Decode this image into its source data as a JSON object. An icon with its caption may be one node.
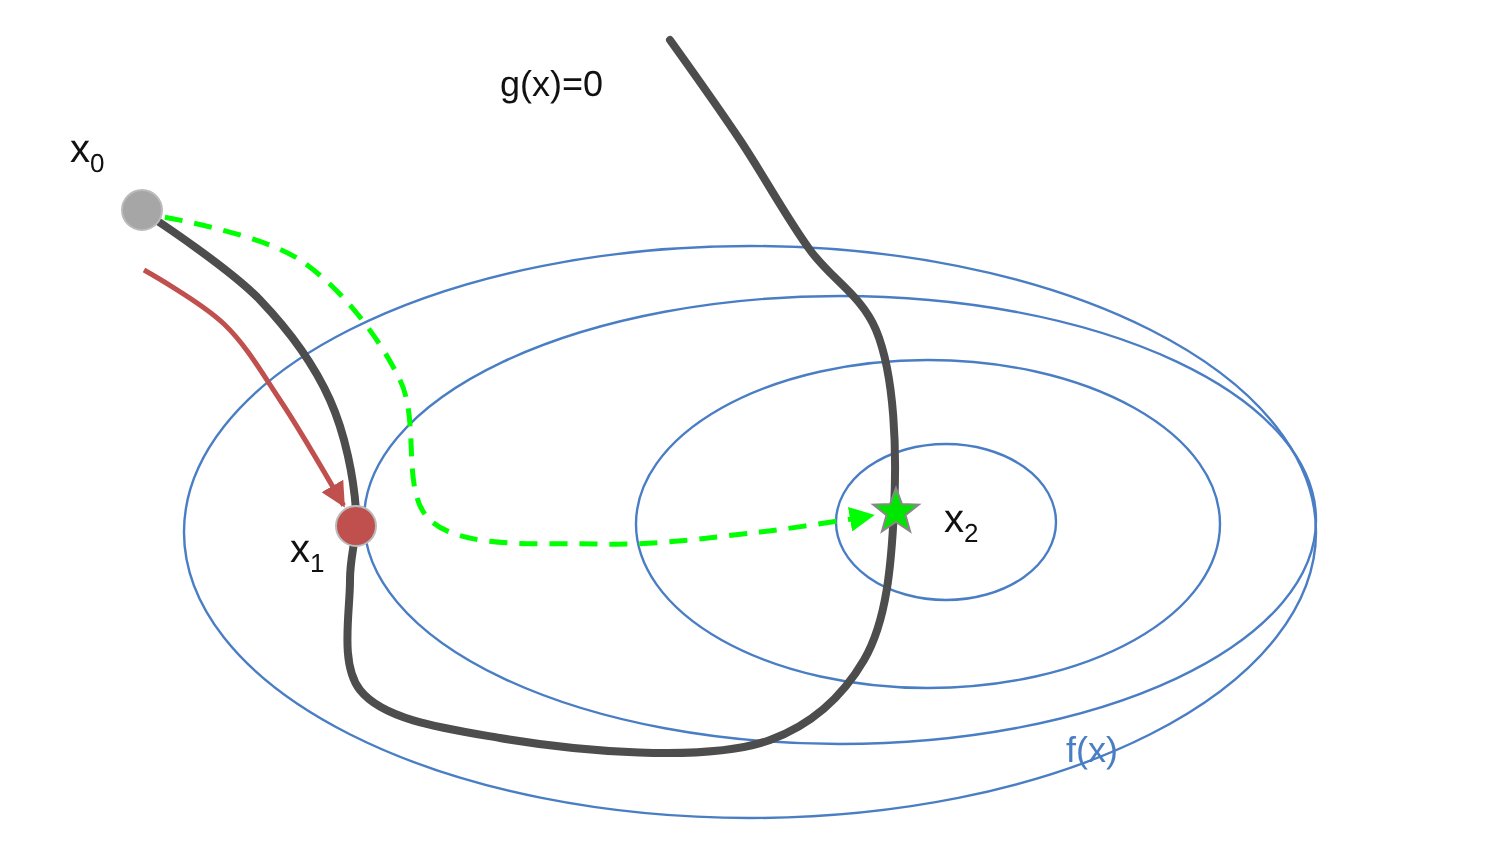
{
  "diagram": {
    "nodes": [
      {
        "text": [
          "x$_{0}$"
        ]
      },
      {
        "text": [
          "x$_{1}$"
        ]
      },
      {
        "text": [
          "x$_{2}$"
        ]
      }
    ],
    "edges": [
      {
        "from": 0,
        "to": 1,
        "arrow": "to",
        "color": "#c0504d"
      },
      {
        "from": 0,
        "to": 2,
        "arrow": "to",
        "style": "dashed",
        "color": "#00ff00"
      }
    ],
    "labels": [
      "g(x)=0",
      "f(x)"
    ]
  }
}
